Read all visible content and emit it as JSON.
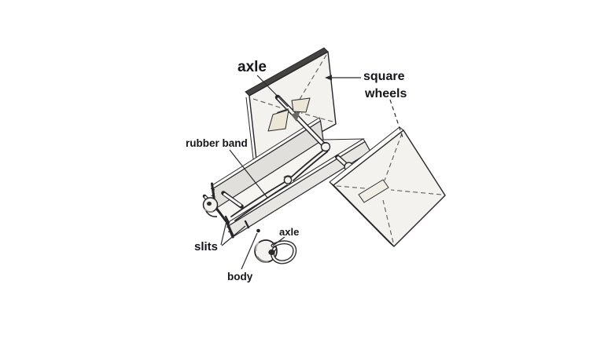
{
  "figure": {
    "labels": {
      "axle_top": "axle",
      "square_wheels_line1": "square",
      "square_wheels_line2": "wheels",
      "rubber_band": "rubber band",
      "slits": "slits",
      "axle_bottom": "axle",
      "body": "body"
    },
    "colors": {
      "background": "#ffffff",
      "line_art": "#26262a",
      "label_text": "#15151c",
      "panel_fill": "#e0dfdb",
      "floor_fill": "#f6f5f1",
      "wheel_fill": "#f3f2ee",
      "wheel_edge_dark": "#44433f",
      "tape_fill": "#ece6d6"
    }
  }
}
